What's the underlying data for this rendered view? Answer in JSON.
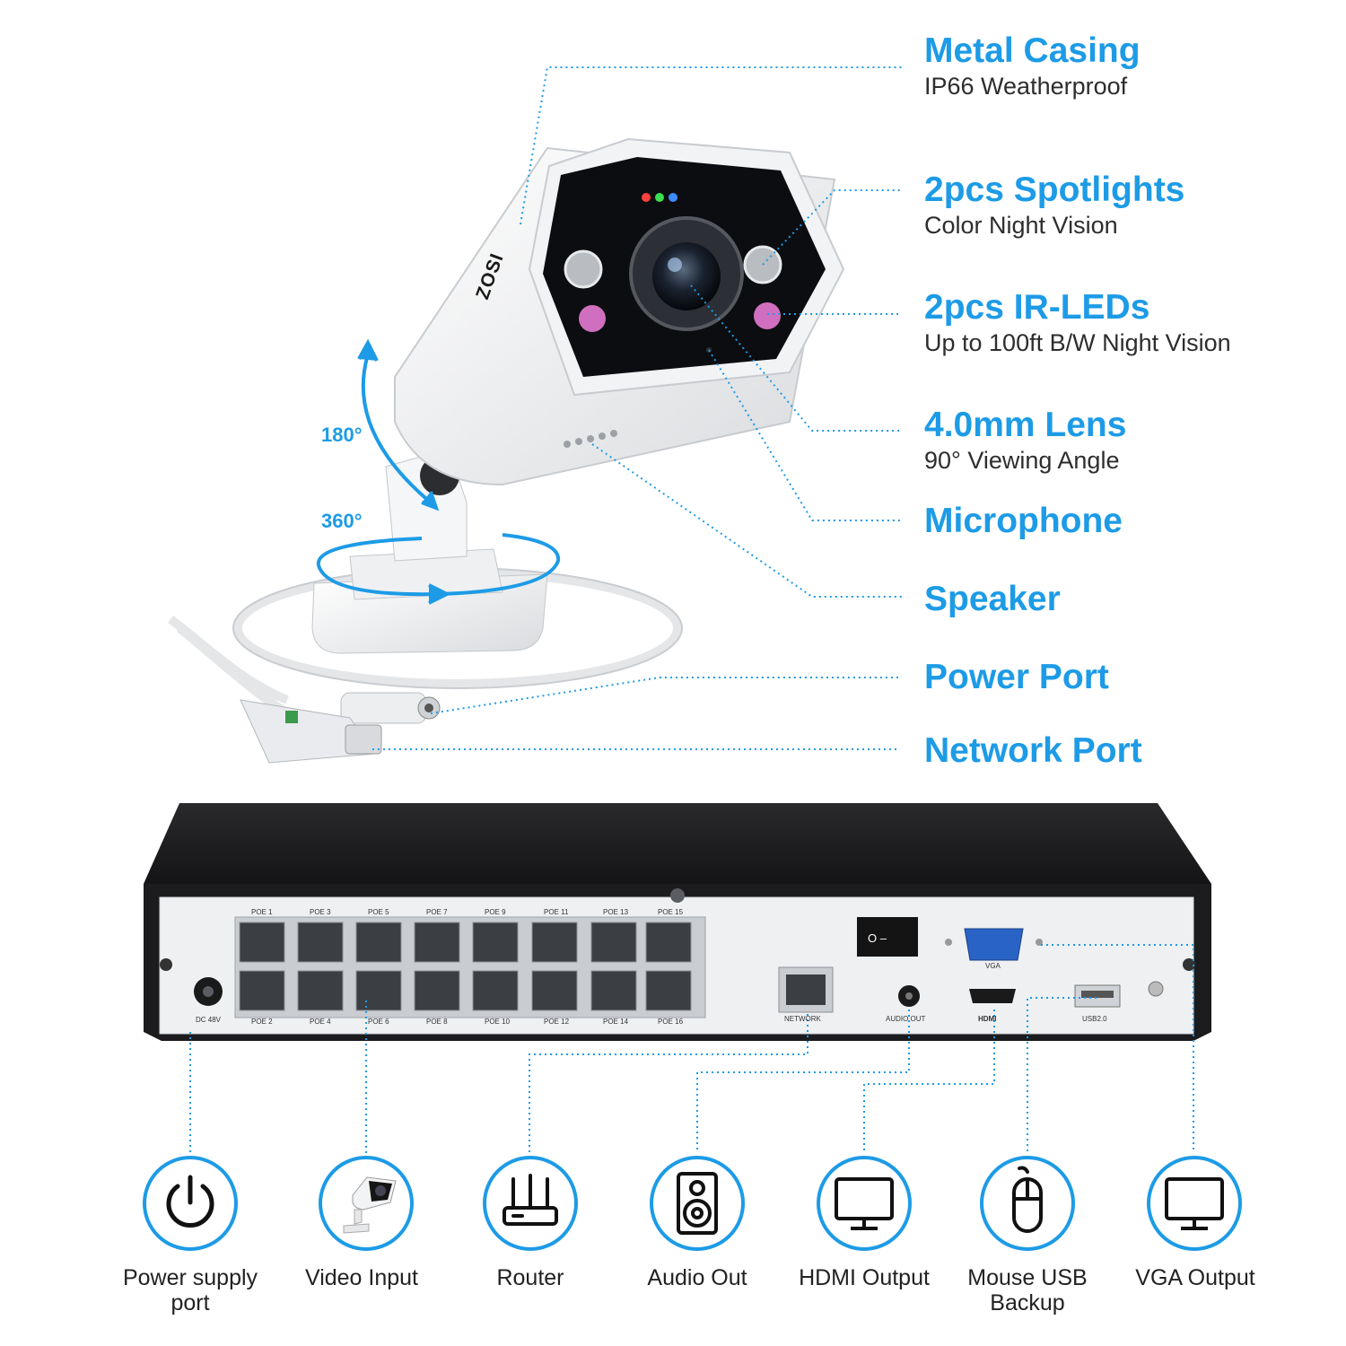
{
  "accent_color": "#1d9be6",
  "camera": {
    "brand": "ZOSI",
    "rotation_labels": {
      "tilt": "180°",
      "pan": "360°"
    }
  },
  "features": [
    {
      "title": "Metal Casing",
      "subtitle": "IP66 Weatherproof"
    },
    {
      "title": "2pcs Spotlights",
      "subtitle": "Color Night Vision"
    },
    {
      "title": "2pcs IR-LEDs",
      "subtitle": "Up to 100ft B/W Night Vision"
    },
    {
      "title": "4.0mm Lens",
      "subtitle": "90° Viewing Angle"
    },
    {
      "title": "Microphone",
      "subtitle": ""
    },
    {
      "title": "Speaker",
      "subtitle": ""
    },
    {
      "title": "Power Port",
      "subtitle": ""
    },
    {
      "title": "Network Port",
      "subtitle": ""
    }
  ],
  "nvr": {
    "poe_top": [
      "POE 1",
      "POE 3",
      "POE 5",
      "POE 7",
      "POE 9",
      "POE 11",
      "POE 13",
      "POE 15"
    ],
    "poe_bottom": [
      "POE 2",
      "POE 4",
      "POE 6",
      "POE 8",
      "POE 10",
      "POE 12",
      "POE 14",
      "POE 16"
    ],
    "dc_label": "DC 48V",
    "network_label": "NETWORK",
    "audio_label": "AUDIO OUT",
    "hdmi_label": "HDMI",
    "vga_label": "VGA",
    "usb_label": "USB2.0",
    "switch_label": "O  –"
  },
  "interfaces": [
    {
      "label": "Power supply port",
      "icon": "power-icon"
    },
    {
      "label": "Video Input",
      "icon": "camera-icon"
    },
    {
      "label": "Router",
      "icon": "router-icon"
    },
    {
      "label": "Audio Out",
      "icon": "speaker-icon"
    },
    {
      "label": "HDMI Output",
      "icon": "monitor-icon"
    },
    {
      "label": "Mouse USB Backup",
      "icon": "mouse-icon"
    },
    {
      "label": "VGA Output",
      "icon": "monitor-icon"
    }
  ]
}
